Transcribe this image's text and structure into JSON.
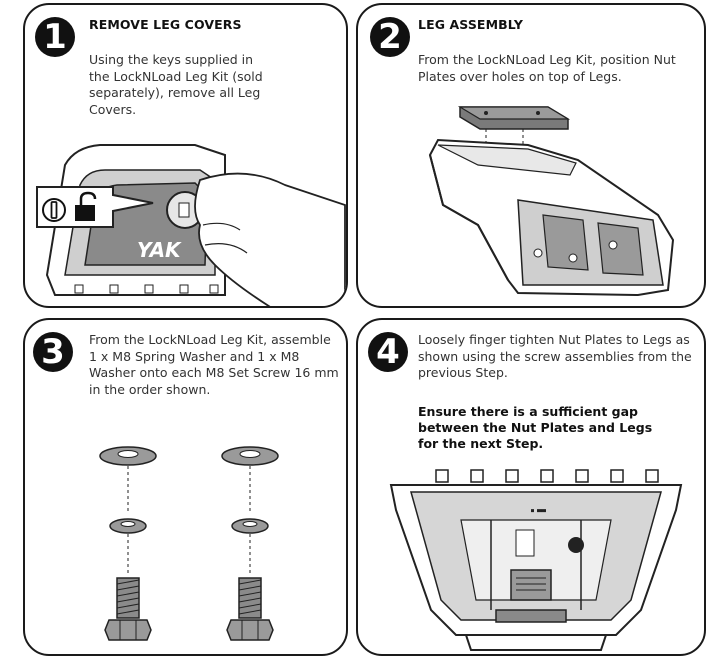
{
  "steps": [
    {
      "number": "1",
      "title": "REMOVE LEG COVERS",
      "body": "Using the keys supplied in the LockNLoad Leg Kit (sold separately), remove all Leg Covers.",
      "brand_text": "YAK"
    },
    {
      "number": "2",
      "title": "LEG ASSEMBLY",
      "body": "From the LockNLoad Leg Kit, position Nut Plates over holes on top of Legs."
    },
    {
      "number": "3",
      "body": "From the LockNLoad Leg Kit, assemble 1 x M8 Spring Washer and 1 x M8 Washer onto each M8 Set Screw 16 mm in the order shown."
    },
    {
      "number": "4",
      "body": "Loosely finger tighten Nut Plates to Legs as shown using the screw assemblies from the previous Step.",
      "note": "Ensure there is a sufficient gap between the Nut Plates and Legs for the next Step."
    }
  ],
  "icons": [
    "lock-open-icon",
    "key-icon"
  ],
  "colors": {
    "outline": "#1a1a1a",
    "badge": "#111111",
    "text": "#333333",
    "cover_gray": "#8a8a8a"
  }
}
